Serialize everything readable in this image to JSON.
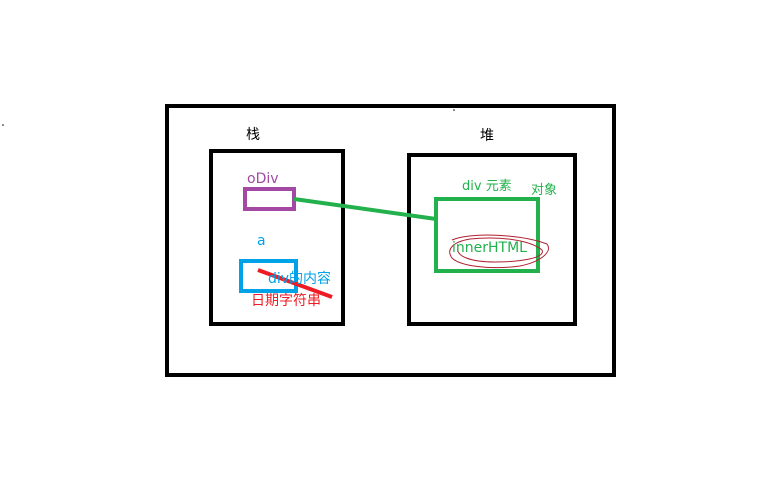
{
  "labels": {
    "stack": "栈",
    "heap": "堆",
    "odiv": "oDiv",
    "a": "a",
    "div_content": "div的内容",
    "date_string": "日期字符串",
    "div_element": "div 元素",
    "object": "对象",
    "inner_html": "innerHTML"
  },
  "colors": {
    "black": "#000000",
    "purple": "#a349a4",
    "blue": "#00a2e8",
    "red": "#ed1c24",
    "green": "#22b14c",
    "dark_red": "#b02030"
  }
}
